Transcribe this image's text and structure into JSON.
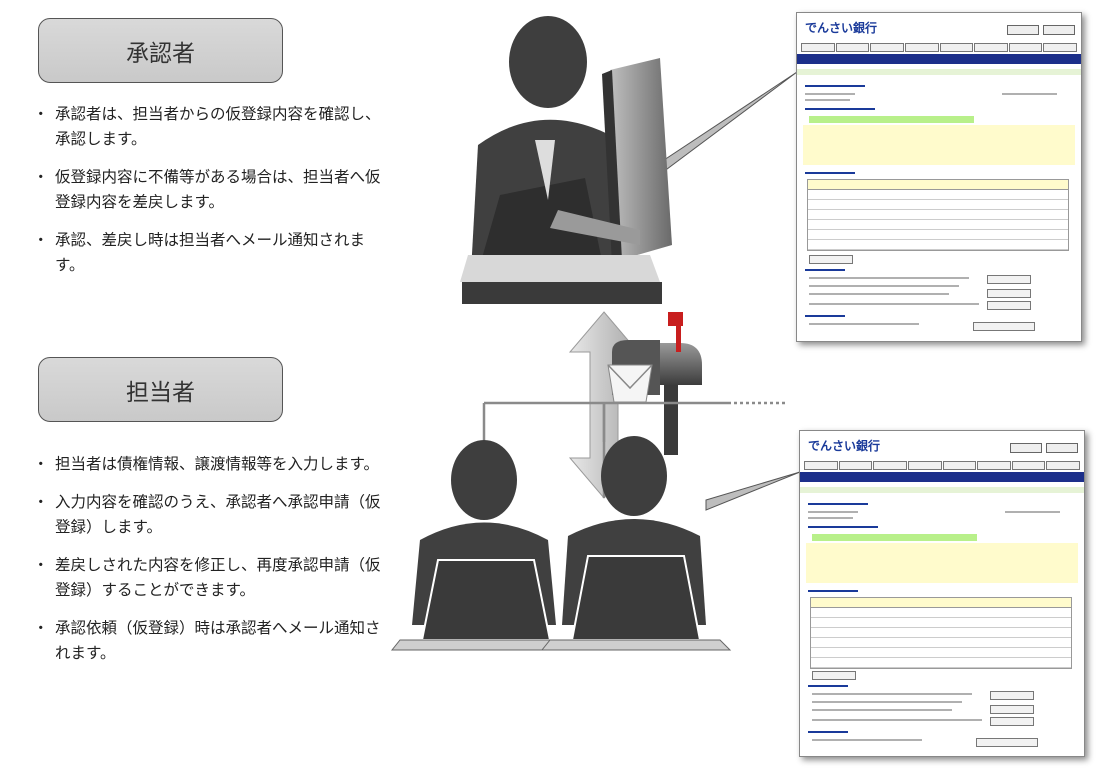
{
  "approver": {
    "title": "承認者",
    "bullets": [
      "承認者は、担当者からの仮登録内容を確認し、承認します。",
      "仮登録内容に不備等がある場合は、担当者へ仮登録内容を差戻します。",
      "承認、差戻し時は担当者へメール通知されます。"
    ]
  },
  "operator": {
    "title": "担当者",
    "bullets": [
      "担当者は債権情報、譲渡情報等を入力します。",
      "入力内容を確認のうえ、承認者へ承認申請（仮登録）します。",
      "差戻しされた内容を修正し、再度承認申請（仮登録）することができます。",
      "承認依頼（仮登録）時は承認者へメール通知されます。"
    ]
  },
  "screenshots": {
    "bank_name": "でんさい銀行"
  },
  "colors": {
    "box_fill": "#d0d0d0",
    "figure": "#3a3a3a",
    "arrow": "#c8c8c8",
    "bank_title": "#1a3a9a",
    "nav_bar": "#1c2f8a"
  },
  "icons": [
    "approver-person-icon",
    "operator-person-icon",
    "mailbox-icon",
    "double-arrow-icon"
  ]
}
